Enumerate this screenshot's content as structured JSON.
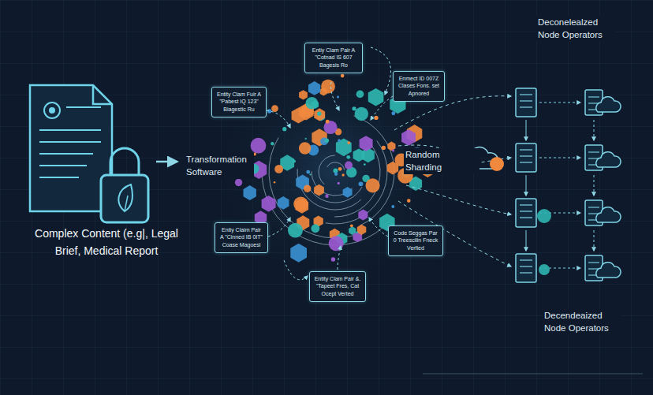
{
  "diagram": {
    "nodes": [
      {
        "text": [
          "Complex Content (e.g|, Legal Brief, Medical Report"
        ]
      },
      {
        "text": [
          "Entiy Clam Pair A \"Cotnad IS 607 Bagesis Ro"
        ]
      },
      {
        "text": [
          "Entity Clam Fuir A \"Pabest IQ 123\" Biagestic Ru"
        ]
      },
      {
        "text": [
          "Enmect ID 007Z Clases Fons. set Apnored"
        ]
      },
      {
        "text": [
          "Entiy Claim Pair A \"Cinned IB 0IT\" Coase Magoesl"
        ]
      },
      {
        "text": [
          "Code Seggas Par 0 Treescilin Fneck Verfied"
        ]
      },
      {
        "text": [
          "Entity Clam Pair &. \"Tapeet Fres, Cat Ocept Verted"
        ]
      }
    ],
    "labels": [
      "Transformation Software",
      "Random Sharding",
      "Deconelealzed Node Operators",
      "Decendeaized Node Operators"
    ]
  }
}
